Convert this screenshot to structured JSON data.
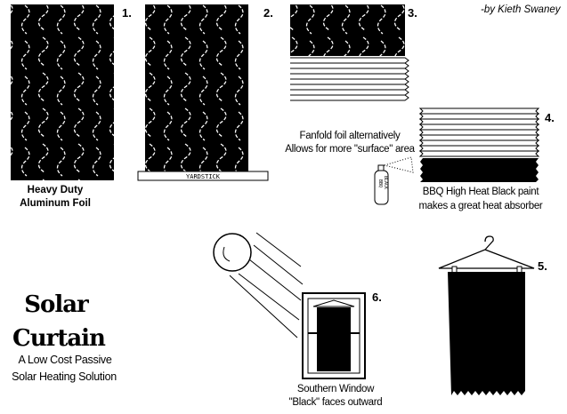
{
  "author": "-by Kieth Swaney",
  "steps": [
    {
      "number": "1.",
      "caption": [
        "Heavy Duty",
        "Aluminum Foil"
      ]
    },
    {
      "number": "2.",
      "tool_label": "YARDSTICK"
    },
    {
      "number": "3.",
      "caption": [
        "Fanfold foil alternatively",
        "Allows for more \"surface\" area"
      ]
    },
    {
      "number": "4.",
      "caption": [
        "BBQ High Heat Black paint",
        "makes a great heat absorber"
      ],
      "can_label": [
        "BBQ",
        "BLACK"
      ]
    },
    {
      "number": "5."
    },
    {
      "number": "6.",
      "caption": [
        "Southern Window",
        "\"Black\" faces outward"
      ]
    }
  ],
  "title": {
    "line1": "Solar",
    "line2": "Curtain",
    "subtitle": [
      "A Low Cost Passive",
      "Solar Heating Solution"
    ]
  }
}
